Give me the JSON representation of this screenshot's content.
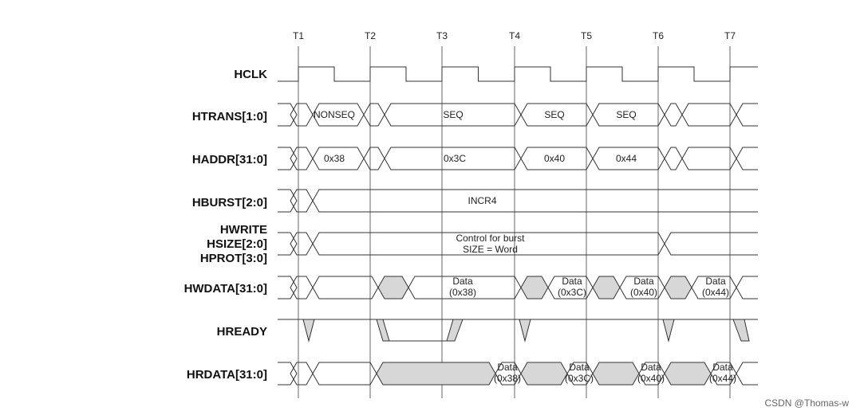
{
  "timing_diagram": {
    "time_markers": [
      "T1",
      "T2",
      "T3",
      "T4",
      "T5",
      "T6",
      "T7"
    ],
    "signals": [
      {
        "id": "hclk",
        "label": "HCLK"
      },
      {
        "id": "htrans",
        "label": "HTRANS[1:0]"
      },
      {
        "id": "haddr",
        "label": "HADDR[31:0]"
      },
      {
        "id": "hburst",
        "label": "HBURST[2:0]"
      },
      {
        "id": "control",
        "label_lines": [
          "HWRITE",
          "HSIZE[2:0]",
          "HPROT[3:0]"
        ]
      },
      {
        "id": "hwdata",
        "label": "HWDATA[31:0]"
      },
      {
        "id": "hready",
        "label": "HREADY"
      },
      {
        "id": "hrdata",
        "label": "HRDATA[31:0]"
      }
    ],
    "htrans_values": [
      "NONSEQ",
      "SEQ",
      "SEQ",
      "SEQ"
    ],
    "haddr_values": [
      "0x38",
      "0x3C",
      "0x40",
      "0x44"
    ],
    "hburst_value": "INCR4",
    "control_value_lines": [
      "Control for burst",
      "SIZE = Word"
    ],
    "hwdata_values": [
      [
        "Data",
        "(0x38)"
      ],
      [
        "Data",
        "(0x3C)"
      ],
      [
        "Data",
        "(0x40)"
      ],
      [
        "Data",
        "(0x44)"
      ]
    ],
    "hrdata_values": [
      [
        "Data",
        "(0x38)"
      ],
      [
        "Data",
        "(0x3C)"
      ],
      [
        "Data",
        "(0x40)"
      ],
      [
        "Data",
        "(0x44)"
      ]
    ]
  },
  "watermark": "CSDN @Thomas-w"
}
